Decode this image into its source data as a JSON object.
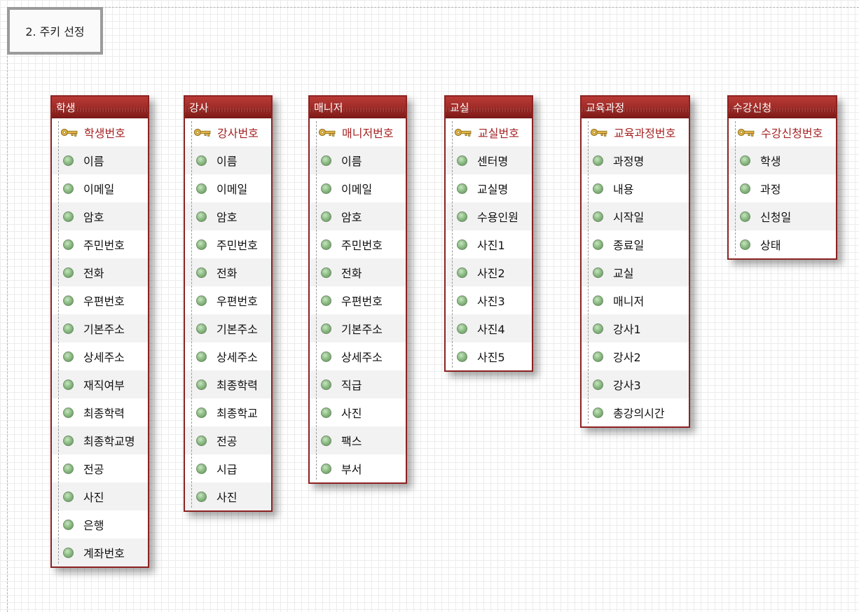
{
  "title": "2. 주키 선정",
  "colors": {
    "header": "#9e2a26",
    "border": "#8c2222",
    "pk_text": "#a52222",
    "attr_dot": "#8fbf86",
    "key_icon": "#d9a93a"
  },
  "entities": [
    {
      "name": "학생",
      "pk": "학생번호",
      "attrs": [
        "이름",
        "이메일",
        "암호",
        "주민번호",
        "전화",
        "우편번호",
        "기본주소",
        "상세주소",
        "재직여부",
        "최종학력",
        "최종학교명",
        "전공",
        "사진",
        "은행",
        "계좌번호"
      ]
    },
    {
      "name": "강사",
      "pk": "강사번호",
      "attrs": [
        "이름",
        "이메일",
        "암호",
        "주민번호",
        "전화",
        "우편번호",
        "기본주소",
        "상세주소",
        "최종학력",
        "최종학교",
        "전공",
        "시급",
        "사진"
      ]
    },
    {
      "name": "매니저",
      "pk": "매니저번호",
      "attrs": [
        "이름",
        "이메일",
        "암호",
        "주민번호",
        "전화",
        "우편번호",
        "기본주소",
        "상세주소",
        "직급",
        "사진",
        "팩스",
        "부서"
      ]
    },
    {
      "name": "교실",
      "pk": "교실번호",
      "attrs": [
        "센터명",
        "교실명",
        "수용인원",
        "사진1",
        "사진2",
        "사진3",
        "사진4",
        "사진5"
      ]
    },
    {
      "name": "교육과정",
      "pk": "교육과정번호",
      "attrs": [
        "과정명",
        "내용",
        "시작일",
        "종료일",
        "교실",
        "매니저",
        "강사1",
        "강사2",
        "강사3",
        "총강의시간"
      ]
    },
    {
      "name": "수강신청",
      "pk": "수강신청번호",
      "attrs": [
        "학생",
        "과정",
        "신청일",
        "상태"
      ]
    }
  ]
}
